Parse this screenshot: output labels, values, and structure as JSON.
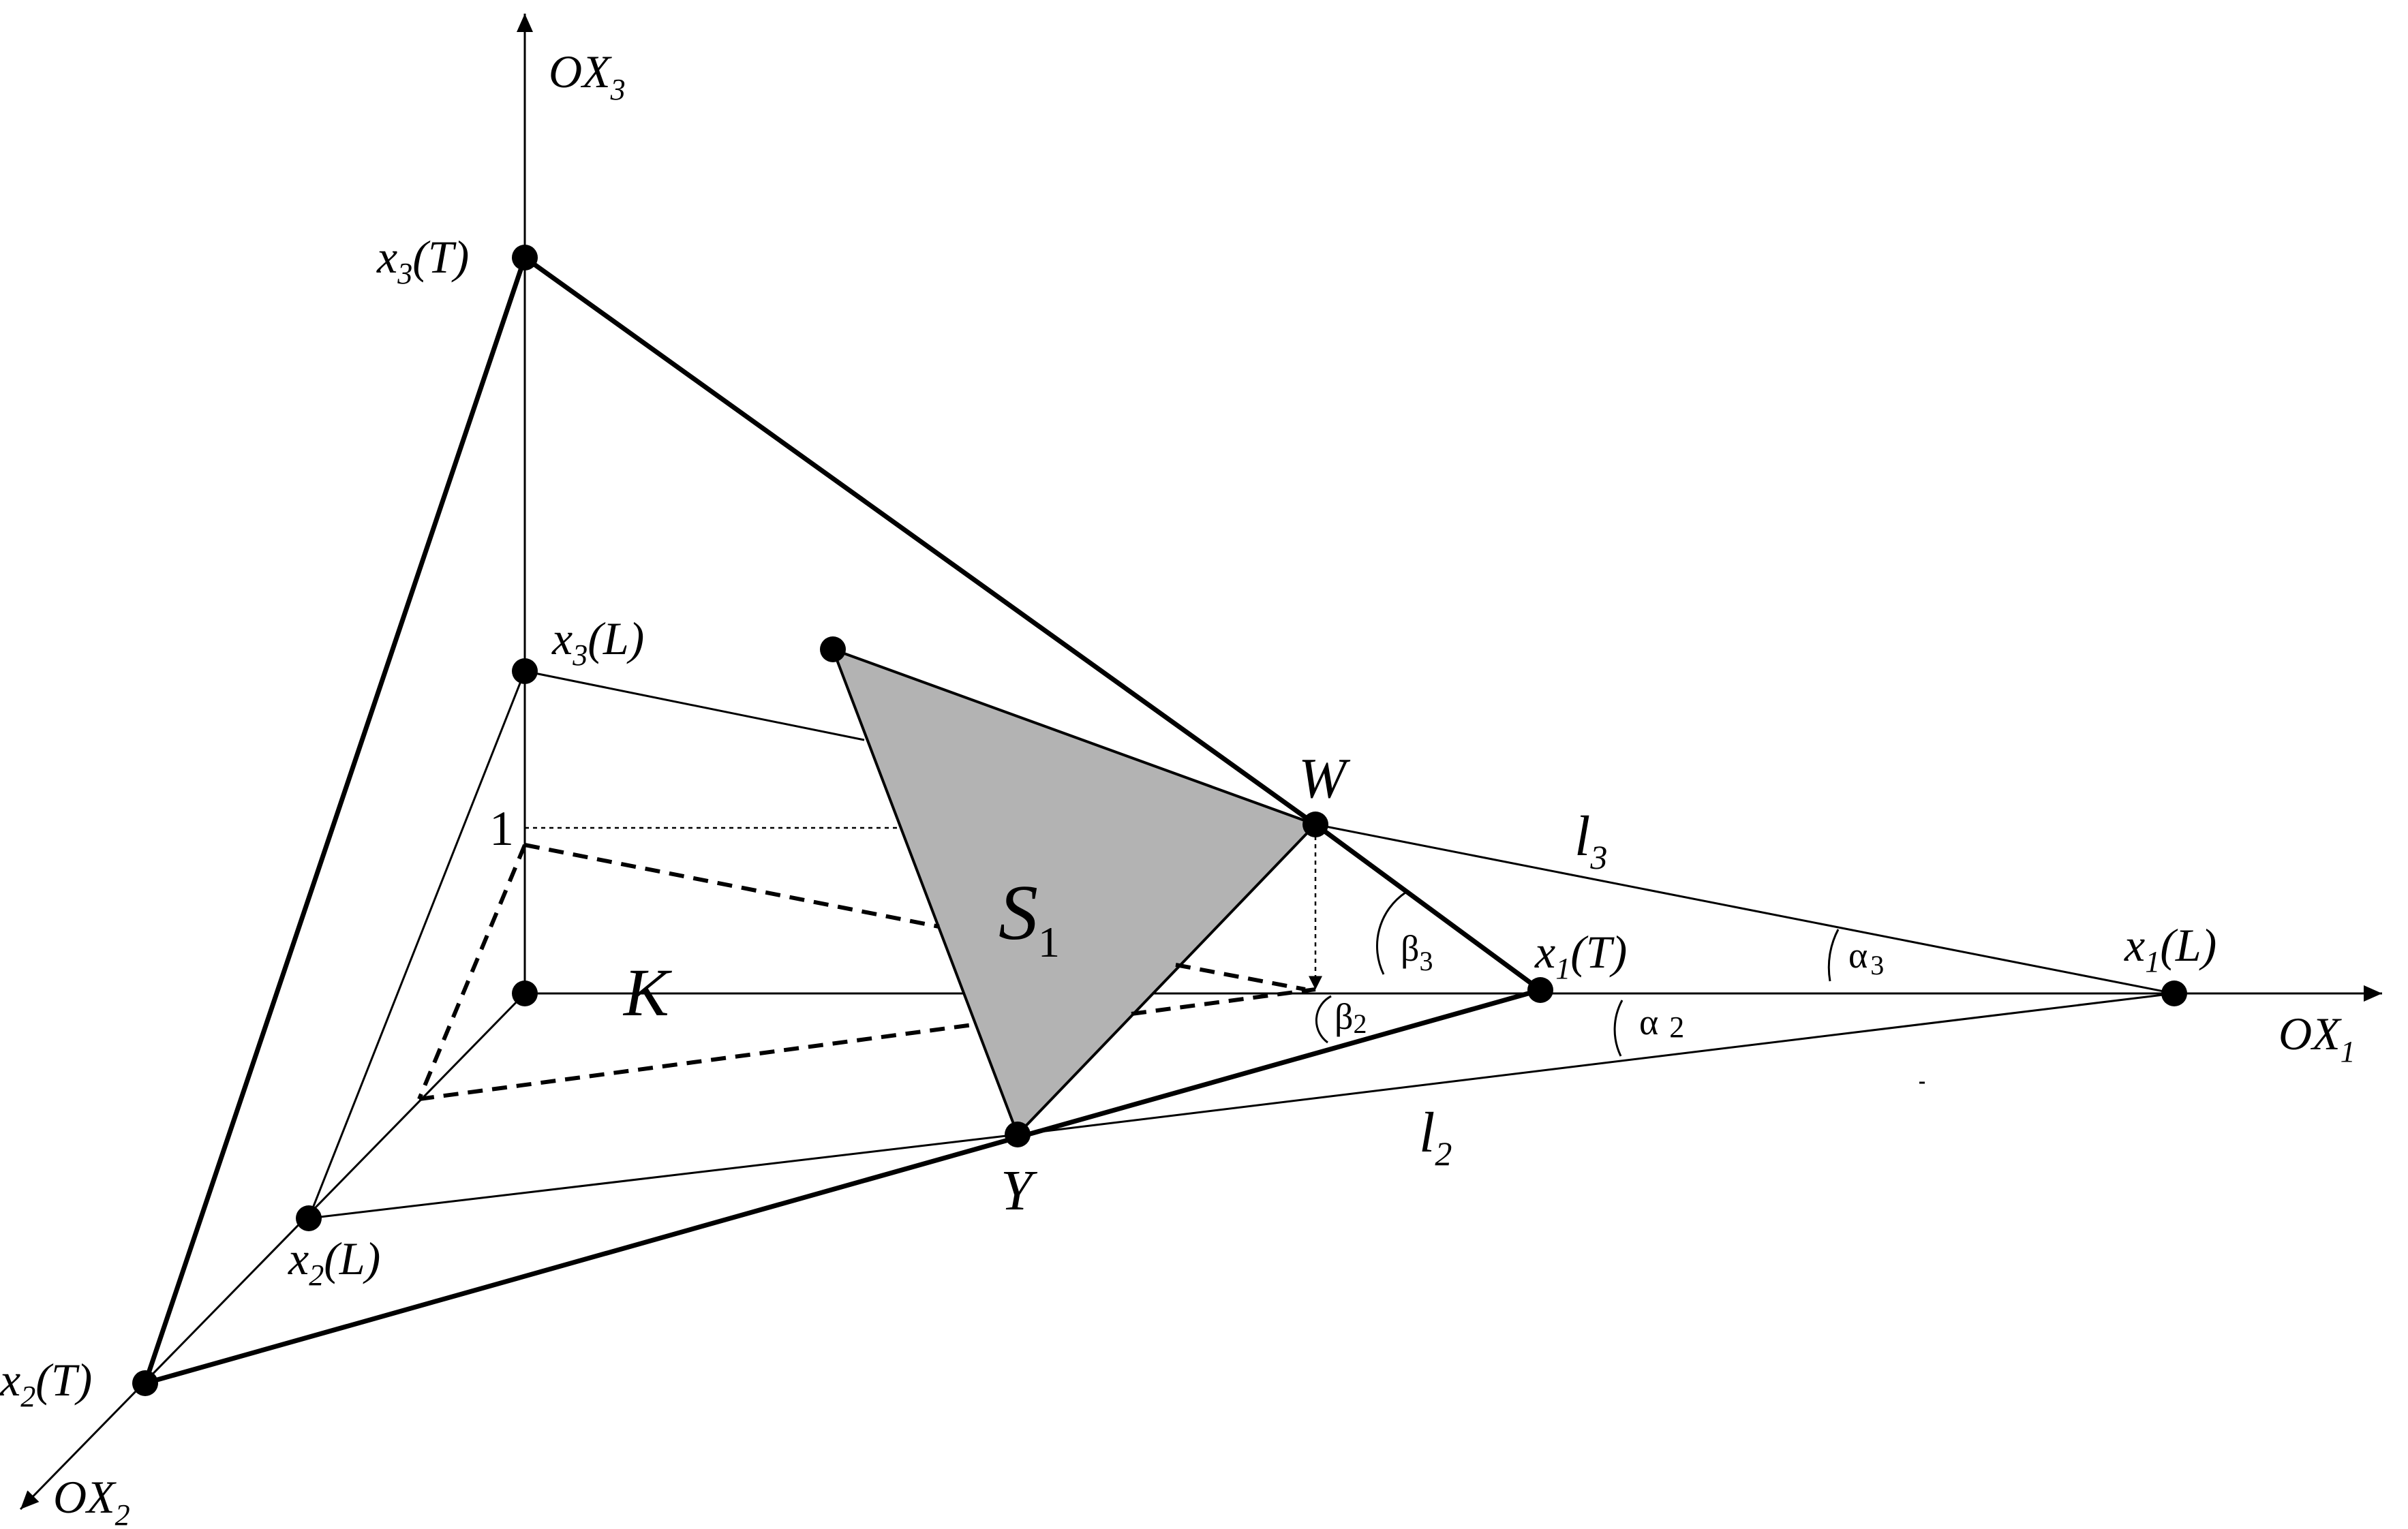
{
  "axes": {
    "x1": "OX",
    "x1_sub": "1",
    "x2": "OX",
    "x2_sub": "2",
    "x3": "OX",
    "x3_sub": "3"
  },
  "points": {
    "x3T_main": "x",
    "x3T_sub": "3",
    "x3T_arg": "(T)",
    "x3L_main": "x",
    "x3L_sub": "3",
    "x3L_arg": "(L)",
    "x2L_main": "x",
    "x2L_sub": "2",
    "x2L_arg": "(L)",
    "x2T_main": "x",
    "x2T_sub": "2",
    "x2T_arg": "(T)",
    "x1T_main": "x",
    "x1T_sub": "1",
    "x1T_arg": "(T)",
    "x1L_main": "x",
    "x1L_sub": "1",
    "x1L_arg": "(L)",
    "W": "W",
    "Y": "Y",
    "K": "K",
    "one": "1"
  },
  "region": {
    "main": "S",
    "sub": "1",
    "fill_color": "#b3b3b3"
  },
  "lines": {
    "l3_main": "l",
    "l3_sub": "3",
    "l2_main": "l",
    "l2_sub": "2"
  },
  "angles": {
    "alpha3": "α",
    "alpha3_sub": "3",
    "alpha2": "α",
    "alpha2_sub": "2",
    "beta3": "β",
    "beta3_sub": "3",
    "beta2": "β",
    "beta2_sub": "2"
  }
}
